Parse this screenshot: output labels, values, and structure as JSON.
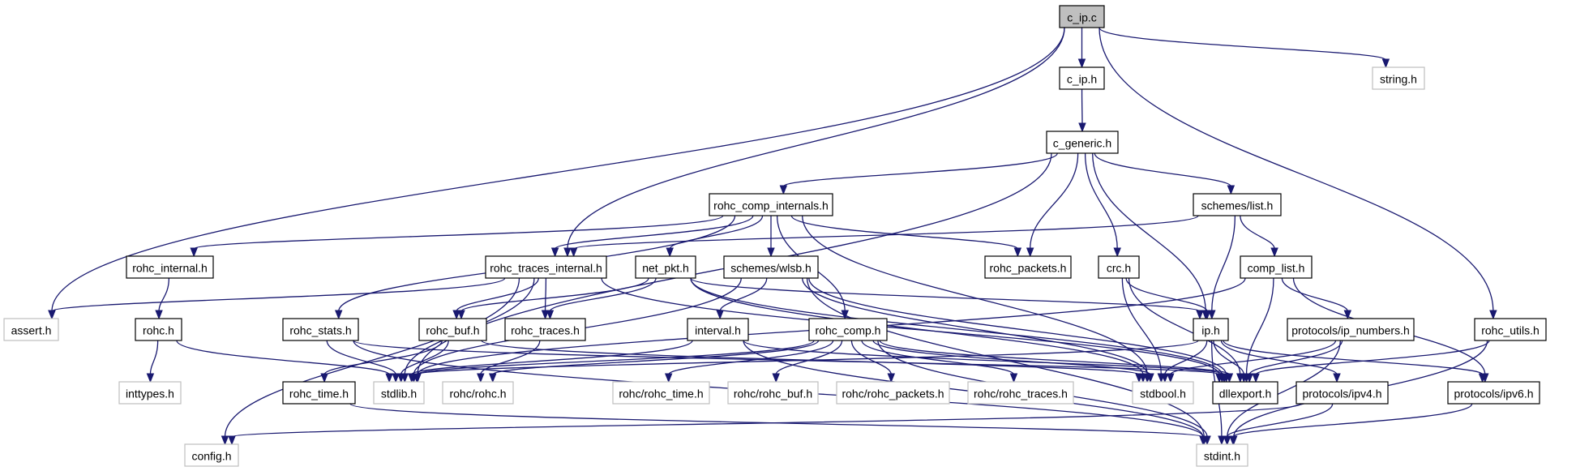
{
  "graph": {
    "edge_color": "#191970",
    "external_border_color": "#bfbfbf",
    "root_fill": "#bfbfbf",
    "nodes": [
      {
        "id": "c_ip_c",
        "label": "c_ip.c",
        "kind": "root"
      },
      {
        "id": "c_ip_h",
        "label": "c_ip.h",
        "kind": "local"
      },
      {
        "id": "string_h",
        "label": "string.h",
        "kind": "ext"
      },
      {
        "id": "c_generic_h",
        "label": "c_generic.h",
        "kind": "local"
      },
      {
        "id": "rohc_comp_internals_h",
        "label": "rohc_comp_internals.h",
        "kind": "local"
      },
      {
        "id": "schemes_list_h",
        "label": "schemes/list.h",
        "kind": "local"
      },
      {
        "id": "rohc_internal_h",
        "label": "rohc_internal.h",
        "kind": "local"
      },
      {
        "id": "rohc_traces_internal_h",
        "label": "rohc_traces_internal.h",
        "kind": "local"
      },
      {
        "id": "net_pkt_h",
        "label": "net_pkt.h",
        "kind": "local"
      },
      {
        "id": "schemes_wlsb_h",
        "label": "schemes/wlsb.h",
        "kind": "local"
      },
      {
        "id": "rohc_packets_h",
        "label": "rohc_packets.h",
        "kind": "local"
      },
      {
        "id": "crc_h",
        "label": "crc.h",
        "kind": "local"
      },
      {
        "id": "comp_list_h",
        "label": "comp_list.h",
        "kind": "local"
      },
      {
        "id": "assert_h",
        "label": "assert.h",
        "kind": "ext"
      },
      {
        "id": "rohc_h",
        "label": "rohc.h",
        "kind": "local"
      },
      {
        "id": "rohc_stats_h",
        "label": "rohc_stats.h",
        "kind": "local"
      },
      {
        "id": "rohc_buf_h",
        "label": "rohc_buf.h",
        "kind": "local"
      },
      {
        "id": "rohc_traces_h",
        "label": "rohc_traces.h",
        "kind": "local"
      },
      {
        "id": "interval_h",
        "label": "interval.h",
        "kind": "local"
      },
      {
        "id": "rohc_comp_h",
        "label": "rohc_comp.h",
        "kind": "local"
      },
      {
        "id": "ip_h",
        "label": "ip.h",
        "kind": "local"
      },
      {
        "id": "ip_numbers_h",
        "label": "protocols/ip_numbers.h",
        "kind": "local"
      },
      {
        "id": "rohc_utils_h",
        "label": "rohc_utils.h",
        "kind": "local"
      },
      {
        "id": "inttypes_h",
        "label": "inttypes.h",
        "kind": "ext"
      },
      {
        "id": "rohc_time_h",
        "label": "rohc_time.h",
        "kind": "local"
      },
      {
        "id": "stdlib_h",
        "label": "stdlib.h",
        "kind": "ext"
      },
      {
        "id": "rohc_rohc_h",
        "label": "rohc/rohc.h",
        "kind": "ext"
      },
      {
        "id": "rohc_rohc_time_h",
        "label": "rohc/rohc_time.h",
        "kind": "ext"
      },
      {
        "id": "rohc_rohc_buf_h",
        "label": "rohc/rohc_buf.h",
        "kind": "ext"
      },
      {
        "id": "rohc_rohc_packets_h",
        "label": "rohc/rohc_packets.h",
        "kind": "ext"
      },
      {
        "id": "rohc_rohc_traces_h",
        "label": "rohc/rohc_traces.h",
        "kind": "ext"
      },
      {
        "id": "stdbool_h",
        "label": "stdbool.h",
        "kind": "ext"
      },
      {
        "id": "dllexport_h",
        "label": "dllexport.h",
        "kind": "local"
      },
      {
        "id": "ipv4_h",
        "label": "protocols/ipv4.h",
        "kind": "local"
      },
      {
        "id": "ipv6_h",
        "label": "protocols/ipv6.h",
        "kind": "local"
      },
      {
        "id": "config_h",
        "label": "config.h",
        "kind": "ext"
      },
      {
        "id": "stdint_h",
        "label": "stdint.h",
        "kind": "ext"
      }
    ],
    "edges": [
      [
        "c_ip_c",
        "c_ip_h"
      ],
      [
        "c_ip_c",
        "string_h"
      ],
      [
        "c_ip_c",
        "assert_h"
      ],
      [
        "c_ip_c",
        "rohc_traces_internal_h"
      ],
      [
        "c_ip_c",
        "rohc_utils_h"
      ],
      [
        "c_ip_h",
        "c_generic_h"
      ],
      [
        "c_generic_h",
        "rohc_comp_internals_h"
      ],
      [
        "c_generic_h",
        "schemes_list_h"
      ],
      [
        "c_generic_h",
        "rohc_packets_h"
      ],
      [
        "c_generic_h",
        "crc_h"
      ],
      [
        "c_generic_h",
        "ip_h"
      ],
      [
        "c_generic_h",
        "stdlib_h"
      ],
      [
        "rohc_comp_internals_h",
        "rohc_internal_h"
      ],
      [
        "rohc_comp_internals_h",
        "rohc_traces_internal_h"
      ],
      [
        "rohc_comp_internals_h",
        "net_pkt_h"
      ],
      [
        "rohc_comp_internals_h",
        "schemes_wlsb_h"
      ],
      [
        "rohc_comp_internals_h",
        "rohc_comp_h"
      ],
      [
        "rohc_comp_internals_h",
        "rohc_packets_h"
      ],
      [
        "rohc_comp_internals_h",
        "rohc_stats_h"
      ],
      [
        "rohc_comp_internals_h",
        "stdbool_h"
      ],
      [
        "schemes_list_h",
        "rohc_traces_internal_h"
      ],
      [
        "schemes_list_h",
        "ip_h"
      ],
      [
        "schemes_list_h",
        "comp_list_h"
      ],
      [
        "rohc_internal_h",
        "rohc_h"
      ],
      [
        "rohc_h",
        "inttypes_h"
      ],
      [
        "rohc_h",
        "stdlib_h"
      ],
      [
        "rohc_traces_internal_h",
        "assert_h"
      ],
      [
        "rohc_traces_internal_h",
        "config_h"
      ],
      [
        "rohc_traces_internal_h",
        "rohc_buf_h"
      ],
      [
        "rohc_traces_internal_h",
        "rohc_traces_h"
      ],
      [
        "rohc_traces_internal_h",
        "stdlib_h"
      ],
      [
        "rohc_traces_internal_h",
        "dllexport_h"
      ],
      [
        "net_pkt_h",
        "rohc_buf_h"
      ],
      [
        "net_pkt_h",
        "rohc_traces_h"
      ],
      [
        "net_pkt_h",
        "ip_h"
      ],
      [
        "net_pkt_h",
        "stdbool_h"
      ],
      [
        "net_pkt_h",
        "dllexport_h"
      ],
      [
        "schemes_wlsb_h",
        "interval_h"
      ],
      [
        "schemes_wlsb_h",
        "stdlib_h"
      ],
      [
        "schemes_wlsb_h",
        "stdint_h"
      ],
      [
        "schemes_wlsb_h",
        "stdbool_h"
      ],
      [
        "schemes_wlsb_h",
        "dllexport_h"
      ],
      [
        "crc_h",
        "ip_h"
      ],
      [
        "crc_h",
        "stdbool_h"
      ],
      [
        "crc_h",
        "dllexport_h"
      ],
      [
        "comp_list_h",
        "dllexport_h"
      ],
      [
        "comp_list_h",
        "ip_numbers_h"
      ],
      [
        "comp_list_h",
        "ipv6_h"
      ],
      [
        "comp_list_h",
        "stdlib_h"
      ],
      [
        "rohc_stats_h",
        "stdlib_h"
      ],
      [
        "rohc_stats_h",
        "stdint_h"
      ],
      [
        "rohc_stats_h",
        "dllexport_h"
      ],
      [
        "rohc_buf_h",
        "rohc_time_h"
      ],
      [
        "rohc_buf_h",
        "stdlib_h"
      ],
      [
        "rohc_buf_h",
        "stdbool_h"
      ],
      [
        "rohc_traces_h",
        "rohc_rohc_h"
      ],
      [
        "interval_h",
        "stdlib_h"
      ],
      [
        "interval_h",
        "stdint_h"
      ],
      [
        "interval_h",
        "dllexport_h"
      ],
      [
        "rohc_comp_h",
        "rohc_rohc_h"
      ],
      [
        "rohc_comp_h",
        "rohc_rohc_time_h"
      ],
      [
        "rohc_comp_h",
        "rohc_rohc_buf_h"
      ],
      [
        "rohc_comp_h",
        "rohc_rohc_packets_h"
      ],
      [
        "rohc_comp_h",
        "rohc_rohc_traces_h"
      ],
      [
        "rohc_comp_h",
        "stdlib_h"
      ],
      [
        "rohc_comp_h",
        "stdbool_h"
      ],
      [
        "rohc_comp_h",
        "stdint_h"
      ],
      [
        "rohc_comp_h",
        "dllexport_h"
      ],
      [
        "ip_h",
        "stdbool_h"
      ],
      [
        "ip_h",
        "dllexport_h"
      ],
      [
        "ip_h",
        "ipv4_h"
      ],
      [
        "ip_h",
        "ipv6_h"
      ],
      [
        "ip_h",
        "stdint_h"
      ],
      [
        "ip_h",
        "stdlib_h"
      ],
      [
        "ip_numbers_h",
        "stdbool_h"
      ],
      [
        "ip_numbers_h",
        "dllexport_h"
      ],
      [
        "ip_numbers_h",
        "stdint_h"
      ],
      [
        "rohc_utils_h",
        "dllexport_h"
      ],
      [
        "rohc_utils_h",
        "stdint_h"
      ],
      [
        "rohc_time_h",
        "stdint_h"
      ],
      [
        "ipv4_h",
        "stdint_h"
      ],
      [
        "ipv4_h",
        "config_h"
      ],
      [
        "ipv6_h",
        "stdint_h"
      ]
    ]
  }
}
